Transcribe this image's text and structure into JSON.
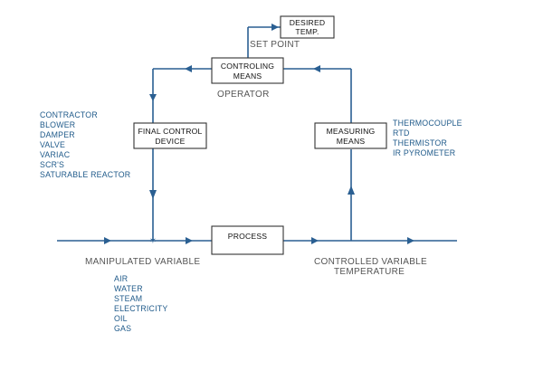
{
  "boxes": {
    "desired_temp": [
      "DESIRED",
      "TEMP."
    ],
    "controlling_means": [
      "CONTROLING",
      "MEANS"
    ],
    "final_control_device": [
      "FINAL CONTROL",
      "DEVICE"
    ],
    "measuring_means": [
      "MEASURING",
      "MEANS"
    ],
    "process": "PROCESS"
  },
  "labels": {
    "set_point": "SET POINT",
    "operator": "OPERATOR",
    "manipulated_variable": "MANIPULATED VARIABLE",
    "controlled_variable": [
      "CONTROLLED VARIABLE",
      "TEMPERATURE"
    ]
  },
  "lists": {
    "final_control_devices": [
      "CONTRACTOR",
      "BLOWER",
      "DAMPER",
      "VALVE",
      "VARIAC",
      "SCR'S",
      "SATURABLE REACTOR"
    ],
    "sensors": [
      "THERMOCOUPLE",
      "RTD",
      "THERMISTOR",
      "IR PYROMETER"
    ],
    "manipulated_media": [
      "AIR",
      "WATER",
      "STEAM",
      "ELECTRICITY",
      "OIL",
      "GAS"
    ]
  },
  "colors": {
    "line": "#2a5f92",
    "list_text": "#1f5a8a",
    "label_text": "#555555",
    "box_border": "#333333"
  }
}
